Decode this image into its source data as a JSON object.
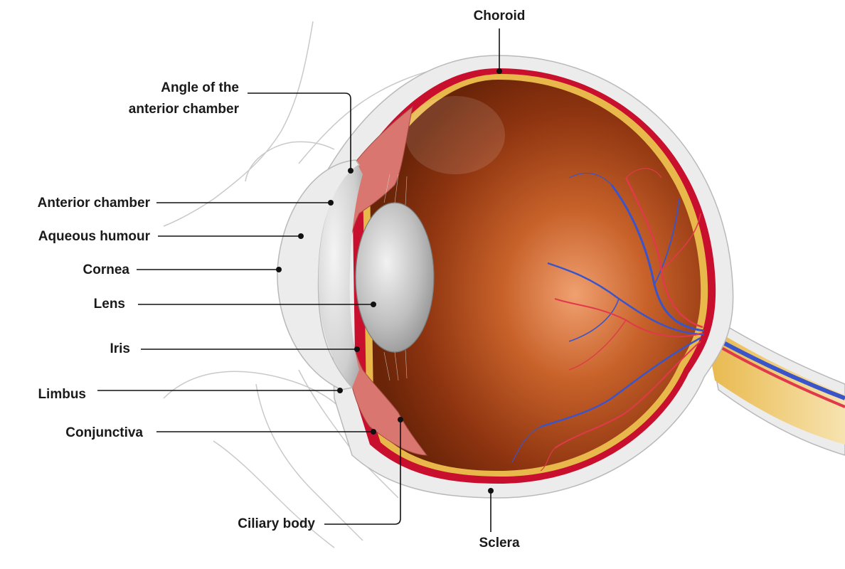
{
  "labels": {
    "choroid": "Choroid",
    "angle_line1": "Angle of the",
    "angle_line2": "anterior chamber",
    "anterior_chamber": "Anterior chamber",
    "aqueous_humour": "Aqueous humour",
    "cornea": "Cornea",
    "lens": "Lens",
    "iris": "Iris",
    "limbus": "Limbus",
    "conjunctiva": "Conjunctiva",
    "ciliary_body": "Ciliary body",
    "sclera": "Sclera"
  },
  "colors": {
    "sclera": "#ececec",
    "sclera_outline": "#b9b9b9",
    "choroid": "#c8102e",
    "retina": "#e8b84a",
    "vitreous": "#9a3d12",
    "vitreous_light": "#e58a55",
    "ciliary": "#d9766f",
    "lens": "#bdbdbd",
    "cornea": "#d6d6d6",
    "artery": "#e0394a",
    "vein": "#3a55c9",
    "leader": "#111111",
    "outline_sketch": "#c9c9c9"
  }
}
